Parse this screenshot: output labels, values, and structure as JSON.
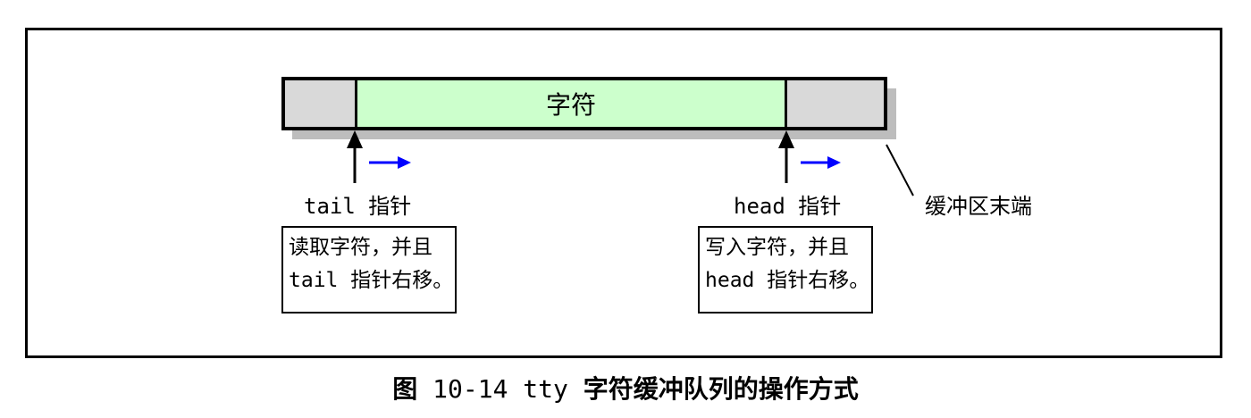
{
  "diagram": {
    "chars_label": "字符",
    "tail": {
      "pointer_name": "tail",
      "pointer_suffix": "指针",
      "note_line1": "读取字符，并且",
      "note_line2": "tail 指针右移。"
    },
    "head": {
      "pointer_name": "head",
      "pointer_suffix": "指针",
      "note_line1": "写入字符，并且",
      "note_line2": "head 指针右移。"
    },
    "buffer_end_label": "缓冲区末端"
  },
  "colors": {
    "chars_fill": "#ccffcc",
    "empty_fill": "#d9d9d9",
    "shadow": "#bdbdbd",
    "move_arrow": "#0000ff"
  },
  "caption": {
    "prefix": "图",
    "number": "10-14 tty",
    "title": "字符缓冲队列的操作方式"
  }
}
